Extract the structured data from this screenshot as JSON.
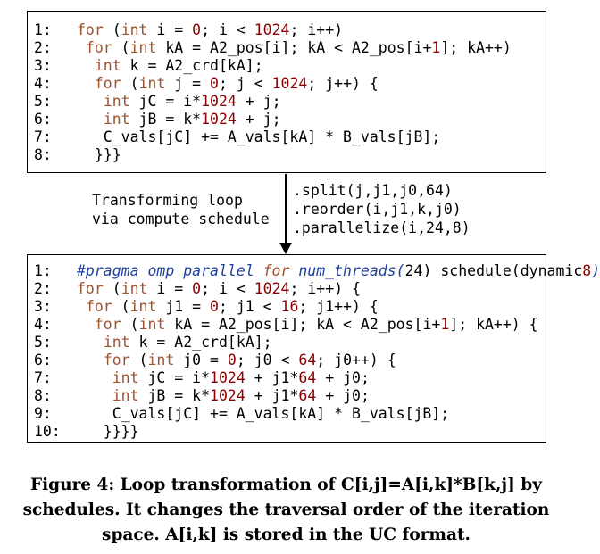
{
  "code_before": [
    {
      "num": "1:",
      "code": "for (int i = 0; i < 1024; i++)"
    },
    {
      "num": "2:",
      "code": " for (int kA = A2_pos[i]; kA < A2_pos[i+1]; kA++)"
    },
    {
      "num": "3:",
      "code": "  int k = A2_crd[kA];"
    },
    {
      "num": "4:",
      "code": "  for (int j = 0; j < 1024; j++) {"
    },
    {
      "num": "5:",
      "code": "   int jC = i*1024 + j;"
    },
    {
      "num": "6:",
      "code": "   int jB = k*1024 + j;"
    },
    {
      "num": "7:",
      "code": "   C_vals[jC] += A_vals[kA] * B_vals[jB];"
    },
    {
      "num": "8:",
      "code": "  }}}"
    }
  ],
  "transform_label": {
    "line1": "Transforming loop",
    "line2": "via compute schedule"
  },
  "schedule": [
    ".split(j,j1,j0,64)",
    ".reorder(i,j1,k,j0)",
    ".parallelize(i,24,8)"
  ],
  "code_after": [
    {
      "num": "1:",
      "code": "#pragma omp parallel for num_threads(24) schedule(dynamic,8)"
    },
    {
      "num": "2:",
      "code": "for (int i = 0; i < 1024; i++) {"
    },
    {
      "num": "3:",
      "code": " for (int j1 = 0; j1 < 16; j1++) {"
    },
    {
      "num": "4:",
      "code": "  for (int kA = A2_pos[i]; kA < A2_pos[i+1]; kA++) {"
    },
    {
      "num": "5:",
      "code": "   int k = A2_crd[kA];"
    },
    {
      "num": "6:",
      "code": "   for (int j0 = 0; j0 < 64; j0++) {"
    },
    {
      "num": "7:",
      "code": "    int jC = i*1024 + j1*64 + j0;"
    },
    {
      "num": "8:",
      "code": "    int jB = k*1024 + j1*64 + j0;"
    },
    {
      "num": "9:",
      "code": "    C_vals[jC] += A_vals[kA] * B_vals[jB];"
    },
    {
      "num": "10:",
      "code": "   }}}}"
    }
  ],
  "caption": "Figure 4: Loop transformation of C[i,j]=A[i,k]*B[k,j] by schedules. It changes the traversal order of the iteration space. A[i,k] is stored in the UC format."
}
